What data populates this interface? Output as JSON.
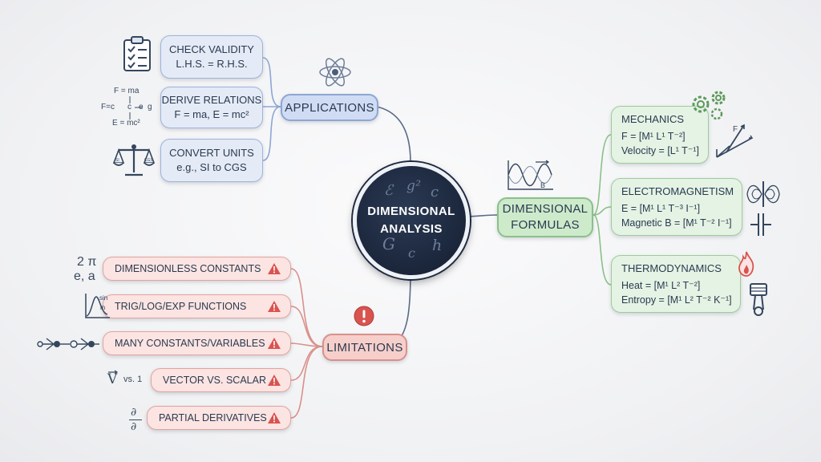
{
  "center": {
    "line1": "DIMENSIONAL",
    "line2": "ANALYSIS",
    "symbols": [
      "ℰ",
      "g²",
      "c",
      "G",
      "c",
      "h"
    ]
  },
  "applications": {
    "label": "APPLICATIONS",
    "items": [
      {
        "line1": "CHECK VALIDITY",
        "line2": "L.H.S. = R.H.S.",
        "icon": "clipboard-checklist-icon"
      },
      {
        "line1": "DERIVE RELATIONS",
        "line2": "F = ma, E = mc²",
        "icon": "relation-network-icon",
        "icon_text": [
          "F = ma",
          "F=c",
          "c",
          "e",
          "g",
          "E = mc²"
        ]
      },
      {
        "line1": "CONVERT UNITS",
        "line2": "e.g., SI to CGS",
        "icon": "balance-scale-icon",
        "icon_text": [
          "SI",
          "CGS"
        ]
      }
    ],
    "deco_icon": "atom-icon"
  },
  "limitations": {
    "label": "LIMITATIONS",
    "alert_icon": "alert-circle-icon",
    "items": [
      {
        "label": "DIMENSIONLESS CONSTANTS",
        "icon": "constants-icon",
        "icon_text": [
          "2 π",
          "e, a"
        ]
      },
      {
        "label": "TRIG/LOG/EXP FUNCTIONS",
        "icon": "function-curve-icon",
        "icon_text": [
          "sin",
          "ln"
        ]
      },
      {
        "label": "MANY CONSTANTS/VARIABLES",
        "icon": "variable-flow-icon"
      },
      {
        "label": "VECTOR VS. SCALAR",
        "icon": "vector-icon",
        "icon_text": [
          "V",
          "vs. 1"
        ]
      },
      {
        "label": "PARTIAL DERIVATIVES",
        "icon": "partial-derivative-icon",
        "icon_text": [
          "∂",
          "∂"
        ]
      }
    ],
    "warning_icon": "warning-triangle-icon"
  },
  "formulas": {
    "label_line1": "DIMENSIONAL",
    "label_line2": "FORMULAS",
    "items": [
      {
        "title": "MECHANICS",
        "lines": [
          "F = [M¹ L¹ T⁻²]",
          "Velocity = [L¹ T⁻¹]"
        ],
        "icon": "gears-icon"
      },
      {
        "title": "ELECTROMAGNETISM",
        "lines": [
          "E = [M¹ L¹ T⁻³ I⁻¹]",
          "Magnetic B = [M¹ T⁻² I⁻¹]"
        ],
        "icon": "magnetic-field-icon"
      },
      {
        "title": "THERMODYNAMICS",
        "lines": [
          "Heat = [M¹ L² T⁻²]",
          "Entropy = [M¹ L² T⁻² K⁻¹]"
        ],
        "icon": "flame-icon"
      }
    ],
    "wave_icon": "wave-icon",
    "wave_label": "B",
    "force_icon": "force-axes-icon",
    "force_label": "F",
    "capacitor_icon": "capacitor-icon",
    "piston_icon": "piston-icon"
  },
  "colors": {
    "applications": "#9fb3d8",
    "limitations": "#e2a39d",
    "formulas": "#9dcc9b",
    "center": "#1b263b",
    "warning": "#d9534f"
  }
}
